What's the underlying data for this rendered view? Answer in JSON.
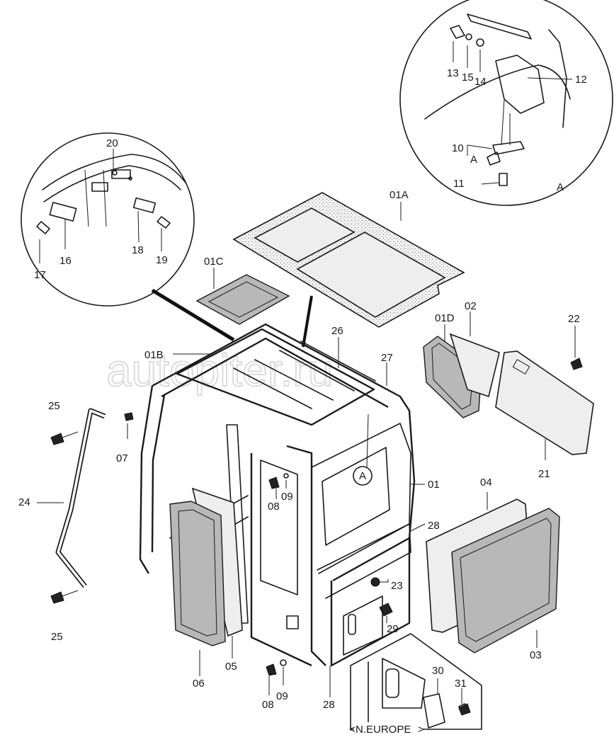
{
  "watermark": "autopiter.ru",
  "detail_a_letter": "A",
  "callout_a": "A",
  "note_box": "N.EUROPE",
  "labels": {
    "p01": "01",
    "p01A": "01A",
    "p01B": "01B",
    "p01C": "01C",
    "p01D": "01D",
    "p02": "02",
    "p03": "03",
    "p04": "04",
    "p05": "05",
    "p06": "06",
    "p07": "07",
    "p08a": "08",
    "p08b": "08",
    "p09a": "09",
    "p09b": "09",
    "p10": "10",
    "p11": "11",
    "p12": "12",
    "p13": "13",
    "p14": "14",
    "p15": "15",
    "p16": "16",
    "p17": "17",
    "p18": "18",
    "p19": "19",
    "p20": "20",
    "p21": "21",
    "p22": "22",
    "p23": "23",
    "p24": "24",
    "p25a": "25",
    "p25b": "25",
    "p26": "26",
    "p27": "27",
    "p28a": "28",
    "p28b": "28",
    "p29": "29",
    "p30": "30",
    "p31": "31",
    "pA_detail": "A"
  }
}
